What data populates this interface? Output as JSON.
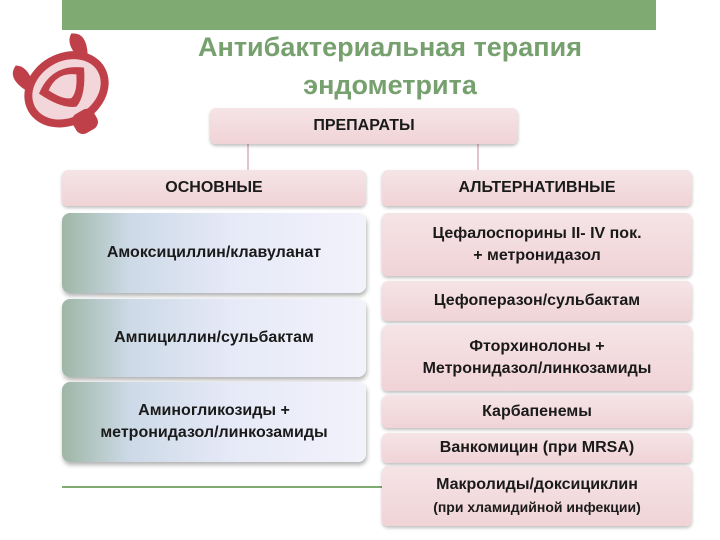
{
  "title": {
    "line1": "Антибактериальная терапия",
    "line2": "эндометрита"
  },
  "root": {
    "label": "ПРЕПАРАТЫ"
  },
  "main": {
    "header": "ОСНОВНЫЕ",
    "items": [
      {
        "line1": "Амоксициллин/клавуланат"
      },
      {
        "line1": "Ампициллин/сульбактам"
      },
      {
        "line1": "Аминогликозиды +",
        "line2": "метронидазол/линкозамиды"
      }
    ]
  },
  "alternative": {
    "header": "АЛЬТЕРНАТИВНЫЕ",
    "items": [
      {
        "line1": "Цефалоспорины II- IV пок.",
        "line2": "+ метронидазол"
      },
      {
        "line1": "Цефоперазон/сульбактам"
      },
      {
        "line1": "Фторхинолоны +",
        "line2": "Метронидазол/линкозамиды"
      },
      {
        "line1": "Карбапенемы"
      },
      {
        "line1": "Ванкомицин (при MRSA)"
      },
      {
        "line1": "Макролиды/доксициклин",
        "line2": "(при хламидийной инфекции)"
      }
    ]
  },
  "colors": {
    "accent_green": "#7faa72",
    "title_green": "#76a06d",
    "logo_red": "#c0404a"
  }
}
